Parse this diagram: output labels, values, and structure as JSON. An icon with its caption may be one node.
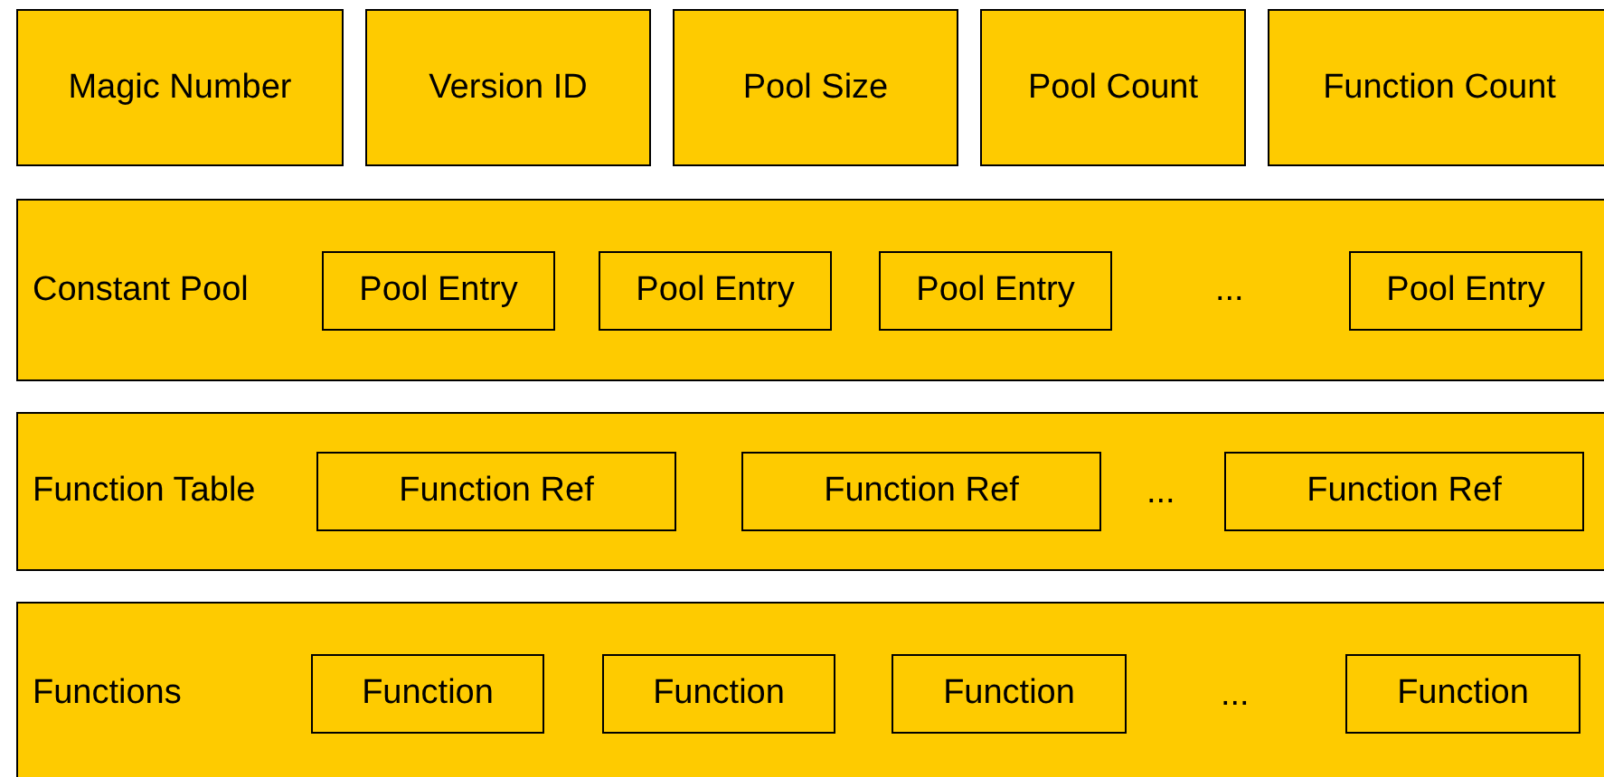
{
  "diagram": {
    "nodes": [
      {
        "text": [
          "Magic Number"
        ]
      },
      {
        "text": [
          "Version ID"
        ]
      },
      {
        "text": [
          "Pool Size"
        ]
      },
      {
        "text": [
          "Pool Count"
        ]
      },
      {
        "text": [
          "Function Count"
        ]
      },
      {
        "text": [
          "Constant Pool"
        ]
      },
      {
        "text": [
          "Pool Entry"
        ],
        "in": 5
      },
      {
        "text": [
          "Pool Entry"
        ],
        "in": 5
      },
      {
        "text": [
          "Pool Entry"
        ],
        "in": 5
      },
      {
        "text": [
          "Pool Entry"
        ],
        "in": 5
      },
      {
        "text": [
          "Function Table"
        ]
      },
      {
        "text": [
          "Function Ref"
        ],
        "in": 10
      },
      {
        "text": [
          "Function Ref"
        ],
        "in": 10
      },
      {
        "text": [
          "Function Ref"
        ],
        "in": 10
      },
      {
        "text": [
          "Functions"
        ]
      },
      {
        "text": [
          "Function"
        ],
        "in": 14
      },
      {
        "text": [
          "Function"
        ],
        "in": 14
      },
      {
        "text": [
          "Function"
        ],
        "in": 14
      },
      {
        "text": [
          "Function"
        ],
        "in": 14
      }
    ],
    "labels": [
      "...",
      "...",
      "..."
    ]
  }
}
